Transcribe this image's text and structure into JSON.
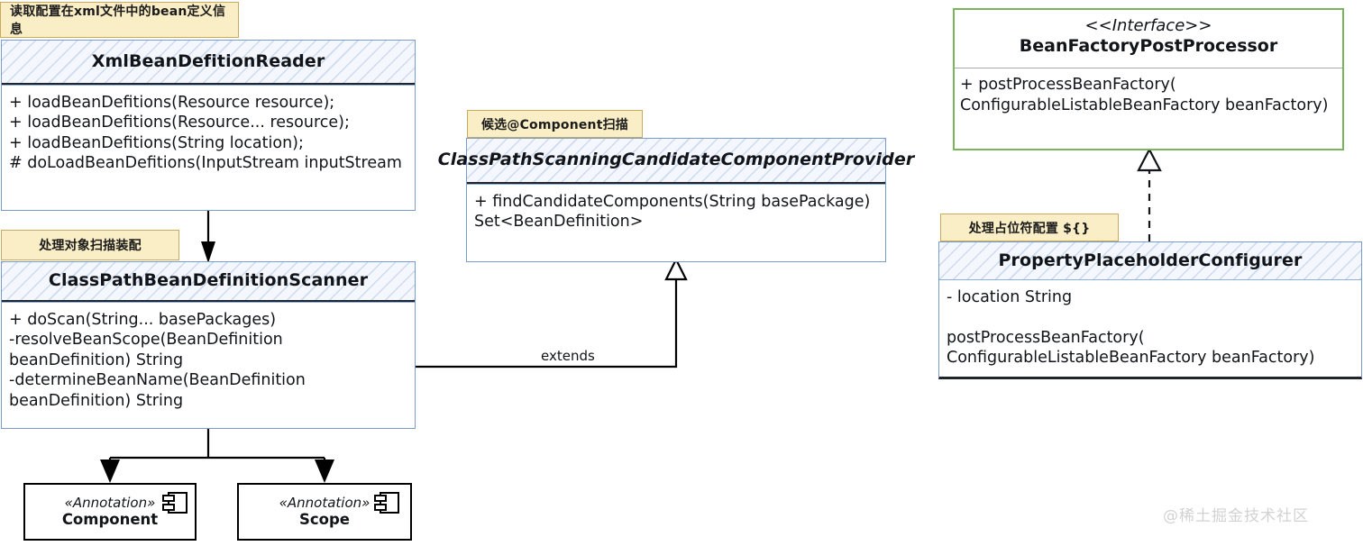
{
  "diagram": {
    "title": "Spring bean definition reading and BeanFactoryPostProcessor UML class diagram",
    "watermark": "@稀土掘金技术社区",
    "accent_blue": "#7a9ccc",
    "accent_green": "#79b45e",
    "note_fill": "#faeec6",
    "note_border": "#c9ab5c"
  },
  "notes": {
    "xml_reader": "读取配置在xml文件中的bean定义信息",
    "scanner": "处理对象扫描装配",
    "candidate_provider": "候选@Component扫描",
    "placeholder": "处理占位符配置 ${}"
  },
  "classes": {
    "xml_bean_definition_reader": {
      "name": "XmlBeanDefitionReader",
      "members": "+ loadBeanDefitions(Resource resource);\n+ loadBeanDefitions(Resource... resource);\n+ loadBeanDefitions(String location);\n# doLoadBeanDefitions(InputStream inputStream"
    },
    "classpath_bean_definition_scanner": {
      "name": "ClassPathBeanDefinitionScanner",
      "members": "+ doScan(String... basePackages)\n-resolveBeanScope(BeanDefinition\nbeanDefinition) String\n-determineBeanName(BeanDefinition\nbeanDefinition) String"
    },
    "classpath_scanning_candidate_component_provider": {
      "name": "ClassPathScanningCandidateComponentProvider",
      "members": "+ findCandidateComponents(String basePackage)\nSet<BeanDefinition>"
    },
    "property_placeholder_configurer": {
      "name": "PropertyPlaceholderConfigurer",
      "members": "- location String\n\npostProcessBeanFactory(\nConfigurableListableBeanFactory beanFactory)"
    }
  },
  "interfaces": {
    "bean_factory_post_processor": {
      "stereotype": "<<Interface>>",
      "name": "BeanFactoryPostProcessor",
      "members": "+ postProcessBeanFactory(\nConfigurableListableBeanFactory beanFactory)"
    }
  },
  "annotations": {
    "component": {
      "stereotype": "«Annotation»",
      "name": "Component"
    },
    "scope": {
      "stereotype": "«Annotation»",
      "name": "Scope"
    }
  },
  "edges": {
    "extends_label": "extends"
  }
}
